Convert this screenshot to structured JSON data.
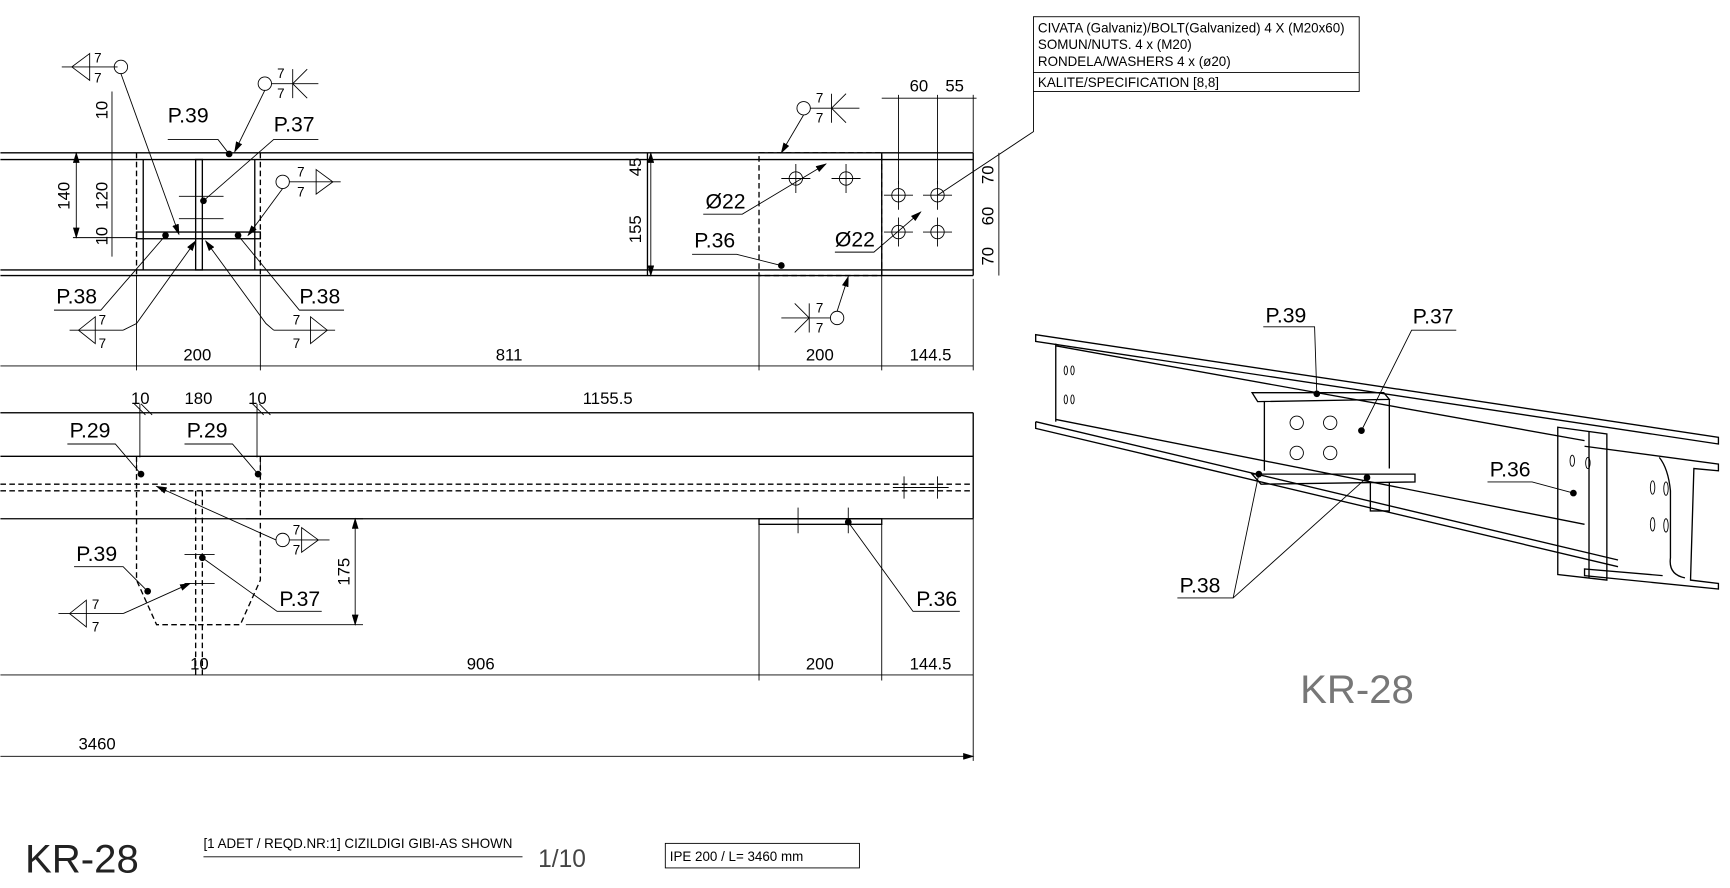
{
  "spec_box": {
    "bolt": "CIVATA (Galvaniz)/BOLT(Galvanized) 4 X (M20x60)",
    "nuts": "SOMUN/NUTS.  4 x (M20)",
    "washers": "RONDELA/WASHERS 4 x (ø20)",
    "specification": "KALITE/SPECIFICATION  [8,8]"
  },
  "weld_size": "7",
  "top_view": {
    "parts": {
      "p39": "P.39",
      "p37": "P.37",
      "p38a": "P.38",
      "p38b": "P.38",
      "p36": "P.36"
    },
    "hole_left": "Ø22",
    "hole_right": "Ø22",
    "dims": {
      "flange_top": "10",
      "height_140": "140",
      "height_120": "120",
      "flange_bottom": "10",
      "edge_45": "45",
      "pitch_155": "155",
      "v70a": "70",
      "v60": "60",
      "v70b": "70",
      "h60": "60",
      "h55": "55",
      "w200a": "200",
      "w811": "811",
      "w200b": "200",
      "w144": "144.5"
    }
  },
  "side_view": {
    "parts": {
      "p29a": "P.29",
      "p29b": "P.29",
      "p39": "P.39",
      "p37": "P.37",
      "p36": "P.36"
    },
    "dims": {
      "t10a": "10",
      "w180": "180",
      "t10b": "10",
      "d1155": "1155.5",
      "h175": "175",
      "t10c": "10",
      "w906": "906",
      "w200": "200",
      "w144": "144.5",
      "total": "3460"
    }
  },
  "iso_view": {
    "parts": {
      "p39": "P.39",
      "p37": "P.37",
      "p36": "P.36",
      "p38": "P.38"
    },
    "title": "KR-28"
  },
  "title_block": {
    "mark": "KR-28",
    "quantity": "[1 ADET / REQD.NR:1] CIZILDIGI GIBI-AS SHOWN",
    "scale": "1/10",
    "profile": "IPE 200  /  L= 3460  mm"
  }
}
